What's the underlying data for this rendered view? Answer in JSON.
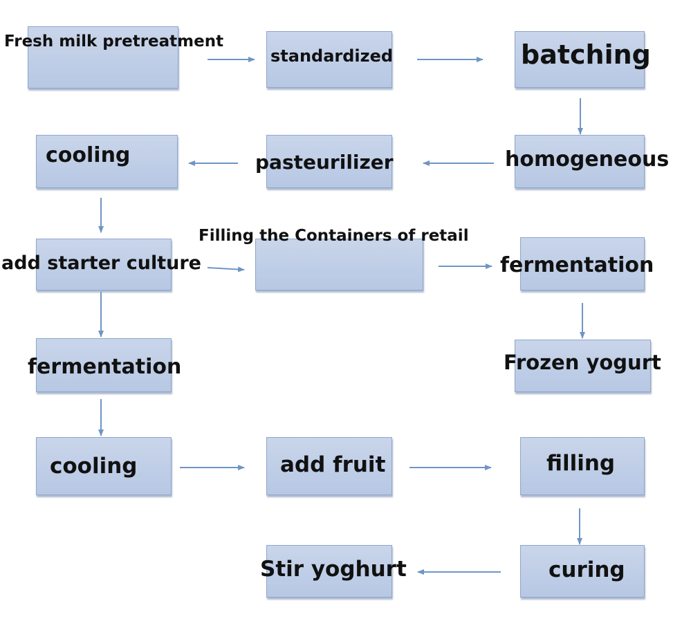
{
  "steps": {
    "fresh_milk": "Fresh milk pretreatment",
    "standardized": "standardized",
    "batching": "batching",
    "cooling_1": "cooling",
    "pasteurilizer": "pasteurilizer",
    "homogeneous": "homogeneous",
    "add_starter": "add  starter culture",
    "filling_containers": "Filling the Containers of retail",
    "fermentation_right": "fermentation",
    "fermentation_left": "fermentation",
    "frozen_yogurt": "Frozen yogurt",
    "cooling_2": "cooling",
    "add_fruit": "add fruit",
    "filling": "filling",
    "stir_yoghurt": "Stir yoghurt",
    "curing": "curing"
  },
  "colors": {
    "box_fill": "#c2d1e8",
    "box_border": "#8fa6cb",
    "arrow": "#6f95c4",
    "text": "#111111"
  }
}
